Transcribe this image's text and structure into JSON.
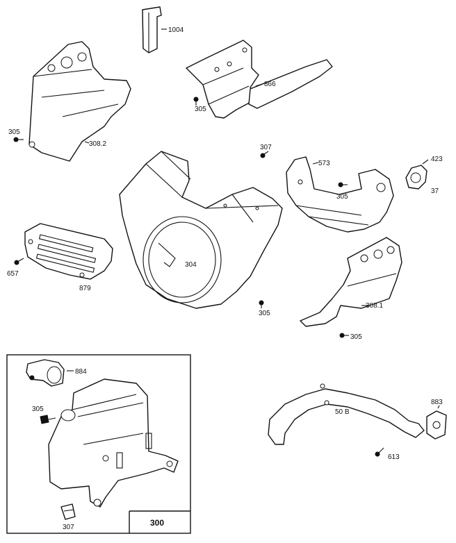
{
  "labels": {
    "p1004": "1004",
    "p866": "866",
    "p305_a": "305",
    "p305_b": "305",
    "p308_2": "308.2",
    "p307_a": "307",
    "p573": "573",
    "p423": "423",
    "p37": "37",
    "p305_c": "305",
    "p304": "304",
    "p657": "657",
    "p879": "879",
    "p305_d": "305",
    "p308_1": "308.1",
    "p305_e": "305",
    "p884": "884",
    "p305_f": "305",
    "p307_b": "307",
    "p300": "300",
    "p50b": "50 B",
    "p883": "883",
    "p613": "613"
  }
}
